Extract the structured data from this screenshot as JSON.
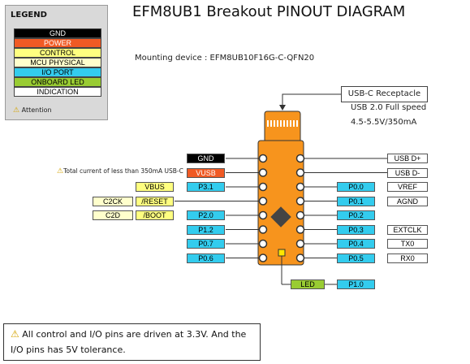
{
  "title": "EFM8UB1 Breakout PINOUT DIAGRAM",
  "mounting": "Mounting device : EFM8UB10F16G-C-QFN20",
  "legend": {
    "title": "LEGEND",
    "items": [
      {
        "label": "GND",
        "bg": "#000000",
        "fg": "#ffffff"
      },
      {
        "label": "POWER",
        "bg": "#f05a24",
        "fg": "#ffffff"
      },
      {
        "label": "CONTROL",
        "bg": "#ffff80",
        "fg": "#000000"
      },
      {
        "label": "MCU PHYSICAL",
        "bg": "#ffffcc",
        "fg": "#000000"
      },
      {
        "label": "I/O PORT",
        "bg": "#33ccee",
        "fg": "#000000"
      },
      {
        "label": "ONBOARD LED",
        "bg": "#99cc33",
        "fg": "#000000"
      },
      {
        "label": "INDICATION",
        "bg": "#ffffff",
        "fg": "#000000"
      }
    ],
    "attention": "Attention"
  },
  "usbc": {
    "box": "USB-C Receptacle",
    "speed": "USB 2.0 Full speed",
    "voltage": "4.5-5.5V/350mA"
  },
  "vusb_note": "Total current of less than 350mA USB-C",
  "note": "All control and I/O pins are driven at 3.3V. And the I/O pins has 5V tolerance.",
  "pins": {
    "left": [
      {
        "label": "GND",
        "cat": "gnd"
      },
      {
        "label": "VUSB",
        "cat": "power"
      },
      {
        "label": "P3.1",
        "cat": "io",
        "extra": "VBUS",
        "extraCat": "control"
      },
      {
        "label": "/RESET",
        "cat": "control",
        "extra": "C2CK",
        "extraCat": "mcu"
      },
      {
        "label": "P2.0",
        "cat": "io",
        "extra": "/BOOT",
        "extraCat": "control",
        "extra2": "C2D",
        "extra2Cat": "mcu"
      },
      {
        "label": "P1.2",
        "cat": "io"
      },
      {
        "label": "P0.7",
        "cat": "io"
      },
      {
        "label": "P0.6",
        "cat": "io"
      }
    ],
    "right": [
      {
        "label": "USB D+",
        "cat": "ind"
      },
      {
        "label": "USB D-",
        "cat": "ind"
      },
      {
        "label": "P0.0",
        "cat": "io",
        "extra": "VREF",
        "extraCat": "ind"
      },
      {
        "label": "P0.1",
        "cat": "io",
        "extra": "AGND",
        "extraCat": "ind"
      },
      {
        "label": "P0.2",
        "cat": "io"
      },
      {
        "label": "P0.3",
        "cat": "io",
        "extra": "EXTCLK",
        "extraCat": "ind"
      },
      {
        "label": "P0.4",
        "cat": "io",
        "extra": "TX0",
        "extraCat": "ind"
      },
      {
        "label": "P0.5",
        "cat": "io",
        "extra": "RX0",
        "extraCat": "ind"
      }
    ],
    "led": {
      "label": "LED",
      "cat": "led",
      "port": "P1.0",
      "portCat": "io"
    }
  },
  "colors": {
    "gnd": "#000000",
    "power": "#f05a24",
    "control": "#ffff80",
    "mcu": "#ffffcc",
    "io": "#33ccee",
    "led": "#99cc33",
    "ind": "#ffffff",
    "board": "#f7941d",
    "attention": "#ffcc00"
  }
}
